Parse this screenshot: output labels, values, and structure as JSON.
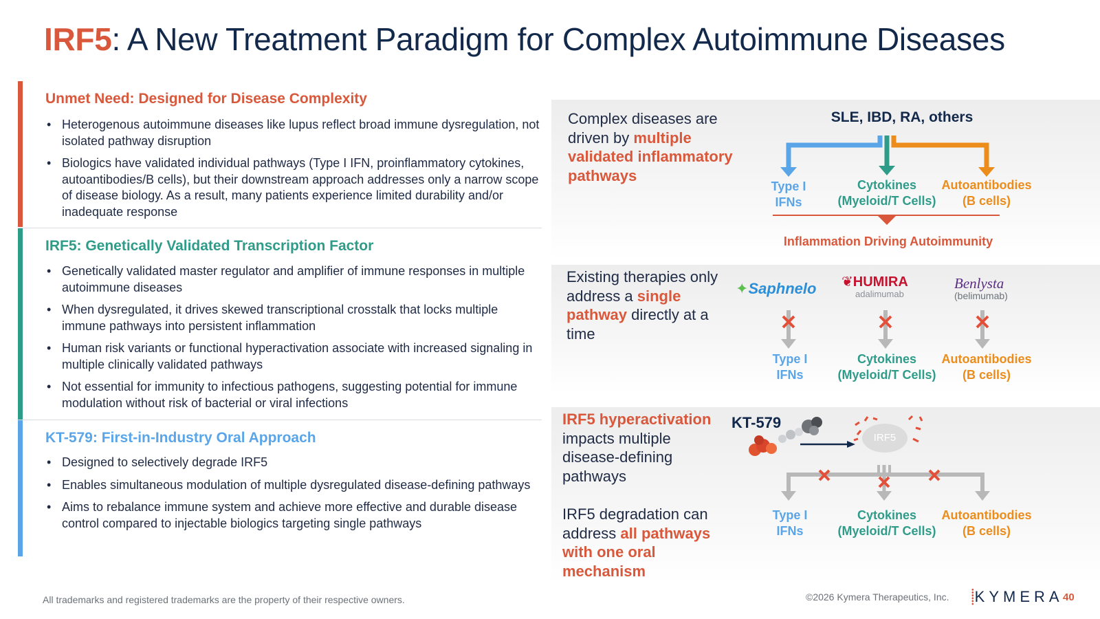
{
  "title": {
    "accent": "IRF5",
    "rest": ": A New Treatment Paradigm for Complex Autoimmune Diseases"
  },
  "sections": [
    {
      "heading": "Unmet Need: Designed for Disease Complexity",
      "color": "#d9583b",
      "bullets": [
        "Heterogenous autoimmune diseases like lupus reflect broad immune dysregulation, not isolated pathway disruption",
        "Biologics have validated individual pathways (Type I IFN, proinflammatory cytokines, autoantibodies/B cells), but their downstream approach addresses only a narrow scope of disease biology. As a result, many patients experience limited durability and/or inadequate response"
      ]
    },
    {
      "heading": "IRF5: Genetically Validated Transcription Factor",
      "color": "#2f9c8a",
      "bullets": [
        "Genetically validated master regulator and amplifier of immune responses in multiple autoimmune diseases",
        "When dysregulated, it drives skewed transcriptional crosstalk that locks multiple immune pathways into persistent inflammation",
        "Human risk variants or functional hyperactivation associate with increased signaling in multiple clinically validated pathways",
        "Not essential for immunity to infectious pathogens, suggesting potential for immune modulation without risk of bacterial or viral infections"
      ]
    },
    {
      "heading": "KT-579: First-in-Industry Oral Approach",
      "color": "#5aa5e8",
      "bullets": [
        "Designed to selectively degrade IRF5",
        "Enables simultaneous modulation of multiple dysregulated disease-defining pathways",
        "Aims to rebalance immune system and achieve more effective and durable disease control compared to injectable biologics targeting single pathways"
      ]
    }
  ],
  "panel1": {
    "text_pre": "Complex diseases are driven by ",
    "text_hl": "multiple validated inflammatory pathways",
    "diseases": "SLE, IBD, RA, others",
    "pathways": {
      "ifn": "Type I IFNs",
      "cytokines_1": "Cytokines",
      "cytokines_2": "(Myeloid/T Cells)",
      "auto_1": "Autoantibodies",
      "auto_2": "(B cells)",
      "ifn_1": "Type I",
      "ifn_2": "IFNs"
    },
    "outcome": "Inflammation Driving Autoimmunity"
  },
  "panel2": {
    "text_pre": "Existing therapies only address a ",
    "text_hl": "single pathway",
    "text_post": " directly at a time",
    "drugs": {
      "saphnelo": "Saphnelo",
      "humira": "HUMIRA",
      "humira_generic": "adalimumab",
      "benlysta": "Benlysta",
      "benlysta_generic": "(belimumab)"
    },
    "pathways": {
      "ifn_1": "Type I",
      "ifn_2": "IFNs",
      "cytokines_1": "Cytokines",
      "cytokines_2": "(Myeloid/T Cells)",
      "auto_1": "Autoantibodies",
      "auto_2": "(B cells)"
    }
  },
  "panel3": {
    "text_hl": "IRF5 hyperactivation",
    "text_post": " impacts multiple disease-defining pathways",
    "text2_pre": "IRF5 degradation can address ",
    "text2_hl": "all pathways with one oral mechanism",
    "molecule": "KT-579",
    "protein": "IRF5",
    "pathways": {
      "ifn_1": "Type I",
      "ifn_2": "IFNs",
      "cytokines_1": "Cytokines",
      "cytokines_2": "(Myeloid/T Cells)",
      "auto_1": "Autoantibodies",
      "auto_2": "(B cells)"
    }
  },
  "footer": {
    "disclaimer": "All trademarks and registered trademarks are the property of their respective owners.",
    "copyright": "©2026 Kymera Therapeutics, Inc.",
    "logo": "KYMERA",
    "page": "40"
  },
  "colors": {
    "accent": "#d9583b",
    "navy": "#13294b",
    "teal": "#2f9c8a",
    "blue": "#5aa5e8",
    "orange": "#ec8c1a"
  }
}
